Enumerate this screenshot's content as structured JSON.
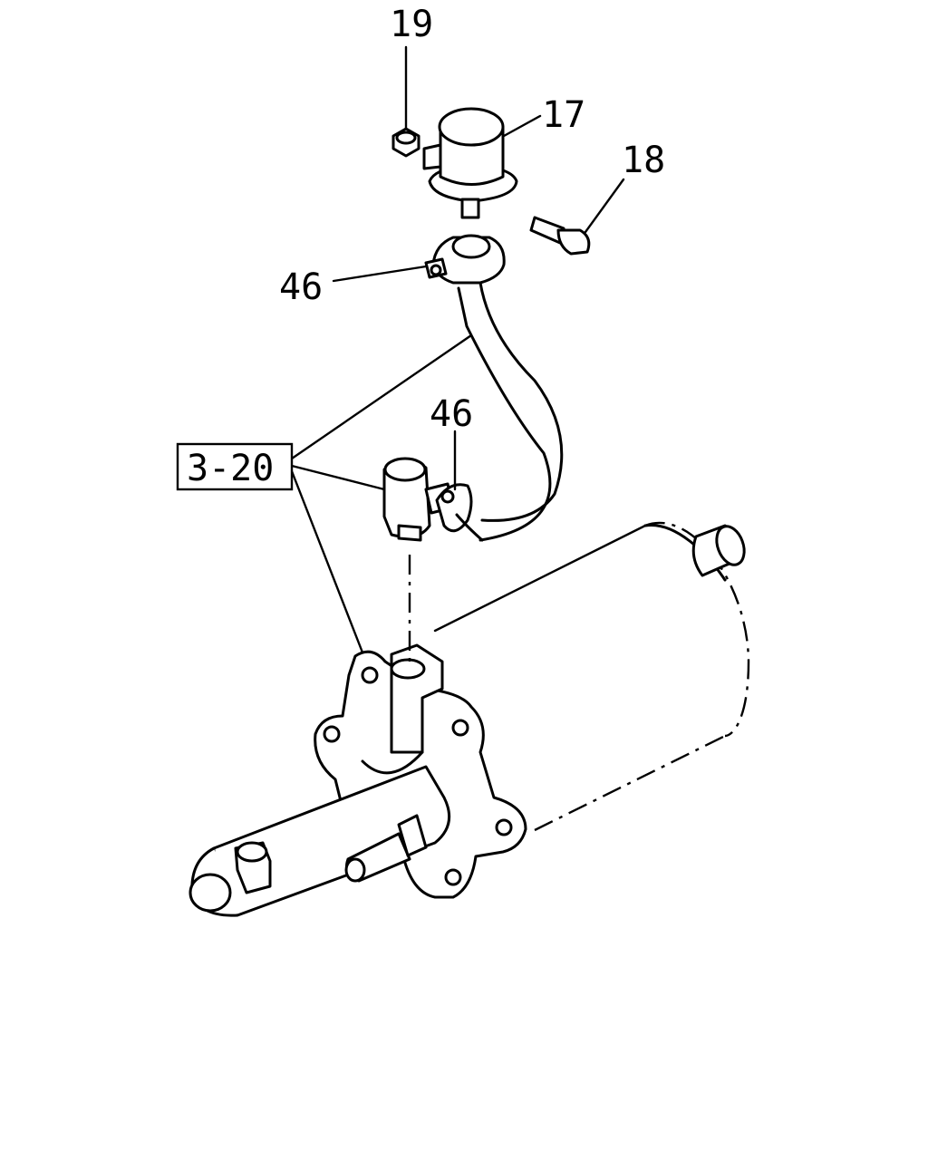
{
  "callouts": {
    "c19": "19",
    "c17": "17",
    "c18": "18",
    "c46_top": "46",
    "c46_mid": "46",
    "ref_box": "3-20"
  }
}
